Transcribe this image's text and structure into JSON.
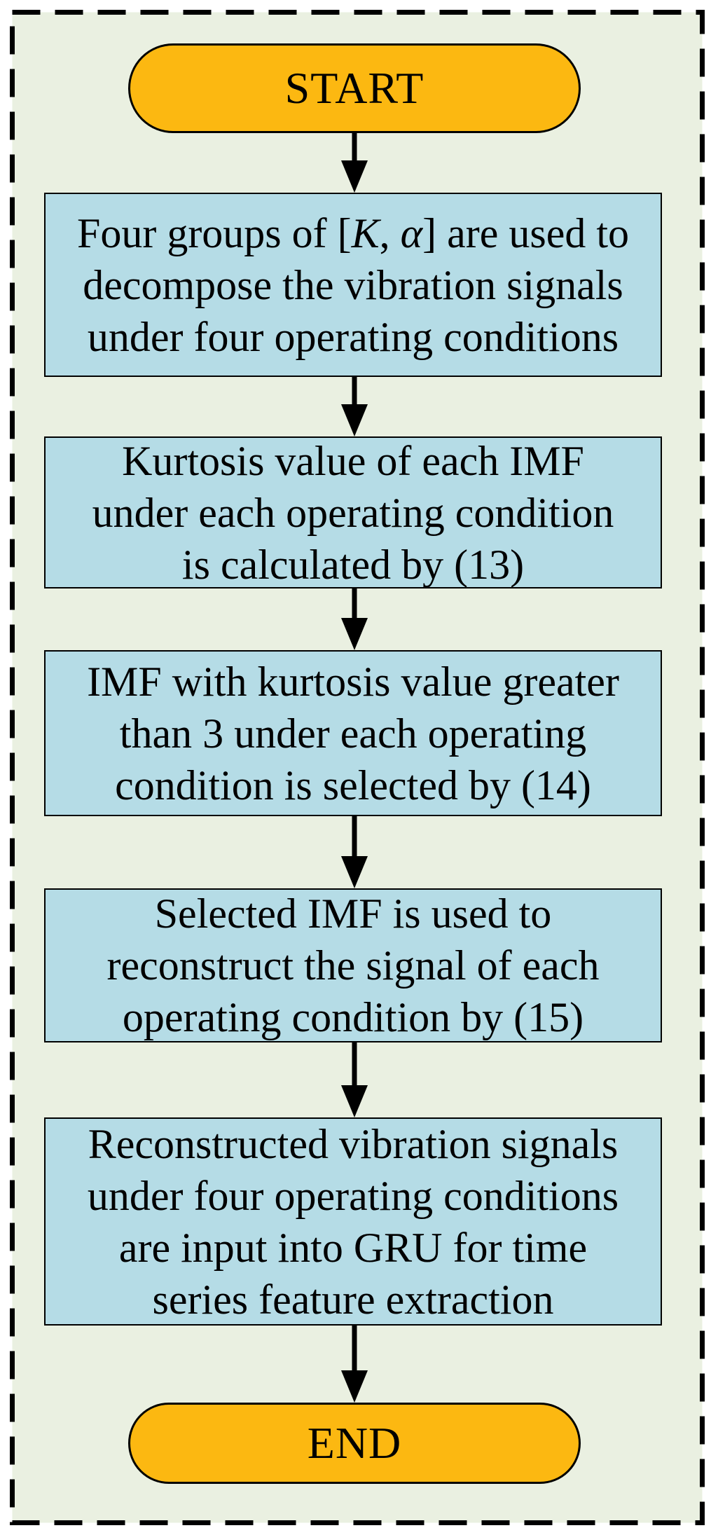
{
  "colors": {
    "background": "#EAF0E1",
    "process_fill": "#B5DCE6",
    "terminal_fill": "#FCB811",
    "line": "#000000"
  },
  "terminals": {
    "start": "START",
    "end": "END"
  },
  "steps": [
    {
      "name": "vmd-decomposition",
      "lines": [
        [
          {
            "text": "Four groups of [",
            "italic": false
          },
          {
            "text": "K",
            "italic": true
          },
          {
            "text": ", ",
            "italic": false
          },
          {
            "text": "α",
            "italic": true
          },
          {
            "text": "] are used to",
            "italic": false
          }
        ],
        [
          {
            "text": "decompose the vibration signals",
            "italic": false
          }
        ],
        [
          {
            "text": "under four operating conditions",
            "italic": false
          }
        ]
      ]
    },
    {
      "name": "kurtosis-calculation",
      "lines": [
        [
          {
            "text": "Kurtosis value of each IMF",
            "italic": false
          }
        ],
        [
          {
            "text": "under each operating condition",
            "italic": false
          }
        ],
        [
          {
            "text": "is calculated by (13)",
            "italic": false
          }
        ]
      ]
    },
    {
      "name": "imf-selection",
      "lines": [
        [
          {
            "text": "IMF with kurtosis value greater",
            "italic": false
          }
        ],
        [
          {
            "text": "than 3 under each operating",
            "italic": false
          }
        ],
        [
          {
            "text": "condition is selected by (14)",
            "italic": false
          }
        ]
      ]
    },
    {
      "name": "signal-reconstruction",
      "lines": [
        [
          {
            "text": "Selected IMF is used to",
            "italic": false
          }
        ],
        [
          {
            "text": "reconstruct the signal of each",
            "italic": false
          }
        ],
        [
          {
            "text": "operating condition by (15)",
            "italic": false
          }
        ]
      ]
    },
    {
      "name": "gru-feature-extraction",
      "lines": [
        [
          {
            "text": "Reconstructed vibration signals",
            "italic": false
          }
        ],
        [
          {
            "text": "under four operating conditions",
            "italic": false
          }
        ],
        [
          {
            "text": "are input into GRU for time",
            "italic": false
          }
        ],
        [
          {
            "text": "series feature extraction",
            "italic": false
          }
        ]
      ]
    }
  ]
}
